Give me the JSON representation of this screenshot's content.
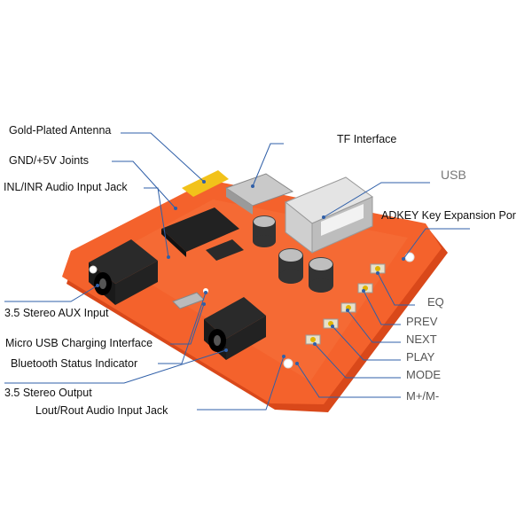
{
  "labels": {
    "gold_antenna": "Gold-Plated Antenna",
    "gnd_joints": "GND/+5V Joints",
    "inl_inr": "INL/INR Audio Input Jack",
    "aux_input": "3.5 Stereo AUX Input",
    "micro_usb": "Micro USB Charging Interface",
    "bt_status": "Bluetooth Status Indicator",
    "stereo_output": "3.5 Stereo Output",
    "lout_rout": "Lout/Rout Audio Input Jack",
    "tf_interface": "TF Interface",
    "usb": "USB",
    "adkey": "ADKEY Key Expansion Por",
    "eq": "EQ",
    "prev": "PREV",
    "next": "NEXT",
    "play": "PLAY",
    "mode": "MODE",
    "mplus_mminus": "M+/M-"
  },
  "colors": {
    "board": "#f4622c",
    "board_edge": "#d9481a",
    "leader_line": "#2f5fa8",
    "jack": "#1a1a1a",
    "usb_metal": "#d6d6d6",
    "chip": "#222222"
  }
}
